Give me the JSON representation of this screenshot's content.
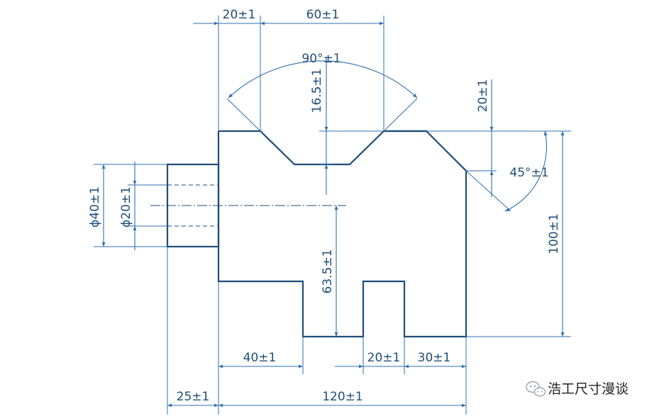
{
  "dimensions": {
    "top_left": "20±1",
    "top_right": "60±1",
    "angle_top": "90°±1",
    "depth": "16.5±1",
    "right_top": "20±1",
    "angle_right": "45°±1",
    "dia_outer": "ϕ40±1",
    "dia_inner": "ϕ20±1",
    "center_height": "63.5±1",
    "total_height": "100±1",
    "slot_left": "40±1",
    "slot_mid": "20±1",
    "slot_right": "30±1",
    "shaft_length": "25±1",
    "total_width": "120±1"
  },
  "watermark": {
    "text": "浩工尺寸漫谈",
    "icon": "wechat-icon"
  },
  "colors": {
    "outline": "#1f4e79",
    "dimension": "#2e6fb0"
  }
}
